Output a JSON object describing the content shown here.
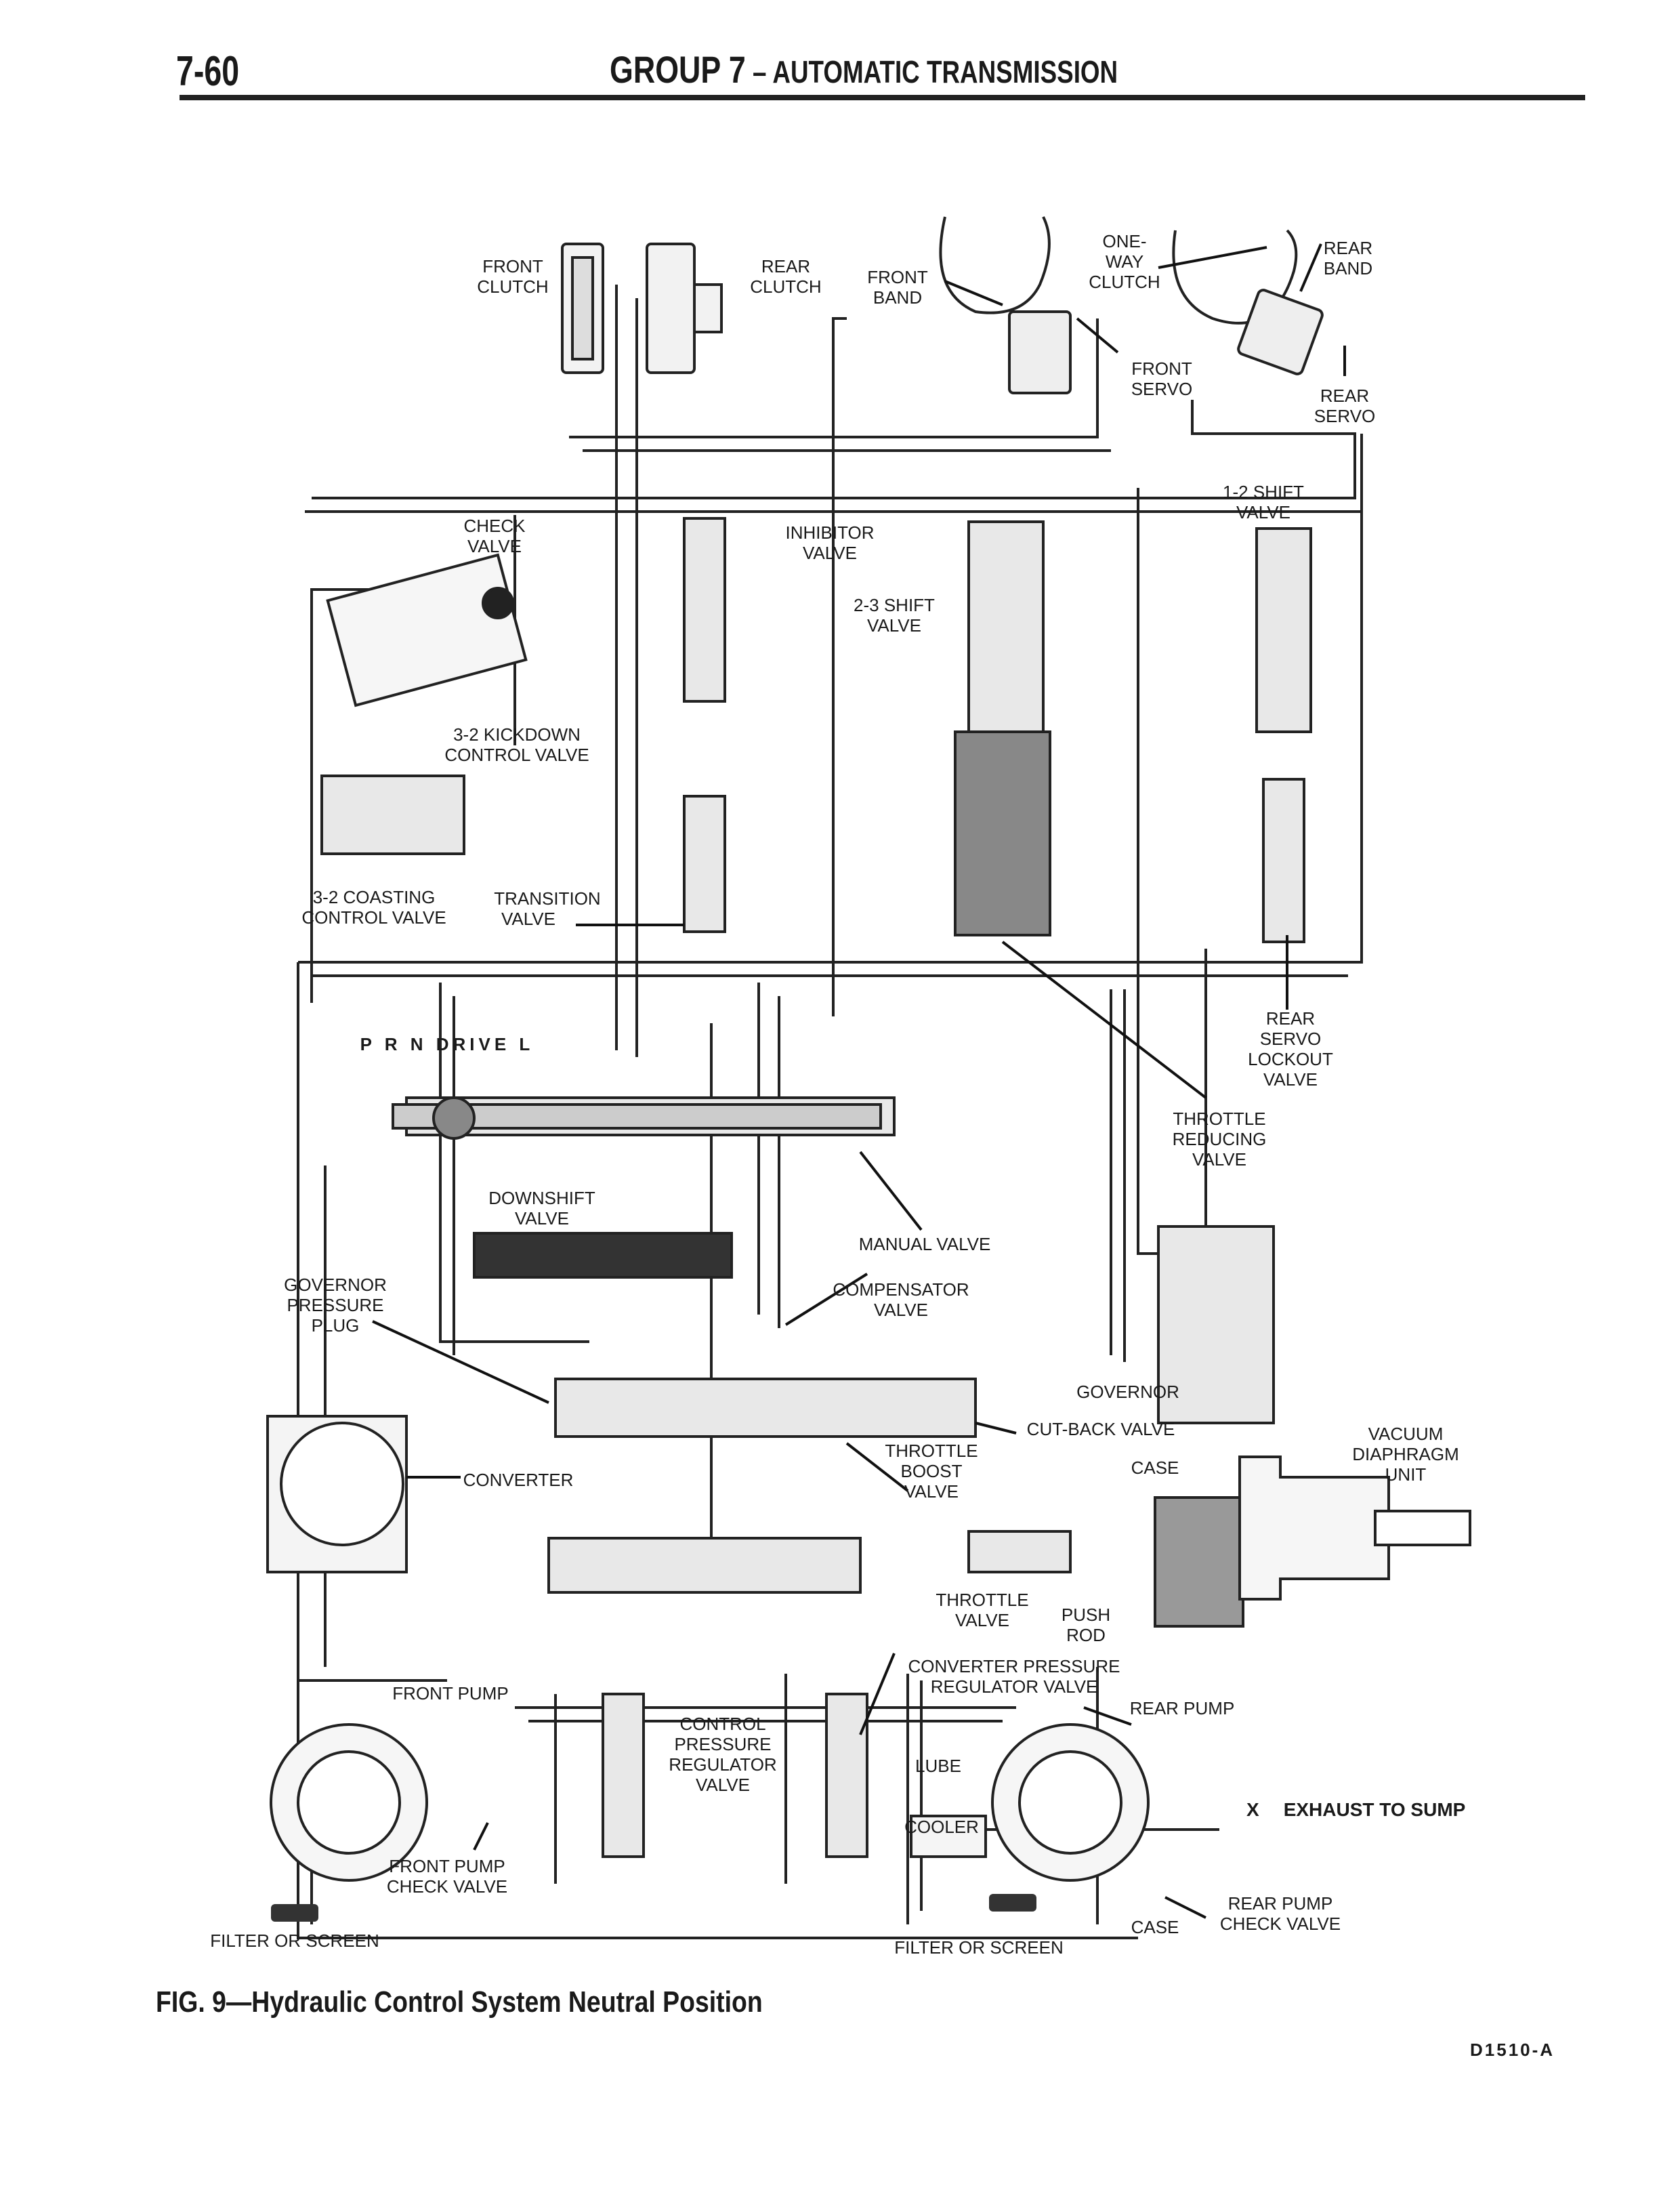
{
  "header": {
    "page_number": "7-60",
    "group_title": "GROUP 7",
    "group_subtitle": "AUTOMATIC TRANSMISSION",
    "separator": " – "
  },
  "diagram": {
    "labels": [
      {
        "id": "front-clutch",
        "lines": [
          "FRONT",
          "CLUTCH"
        ]
      },
      {
        "id": "rear-clutch",
        "lines": [
          "REAR",
          "CLUTCH"
        ]
      },
      {
        "id": "front-band",
        "lines": [
          "FRONT",
          "BAND"
        ]
      },
      {
        "id": "one-way-clutch",
        "lines": [
          "ONE-",
          "WAY",
          "CLUTCH"
        ]
      },
      {
        "id": "rear-band",
        "lines": [
          "REAR",
          "BAND"
        ]
      },
      {
        "id": "front-servo",
        "lines": [
          "FRONT",
          "SERVO"
        ]
      },
      {
        "id": "rear-servo",
        "lines": [
          "REAR",
          "SERVO"
        ]
      },
      {
        "id": "check-valve",
        "lines": [
          "CHECK",
          "VALVE"
        ]
      },
      {
        "id": "inhibitor-valve",
        "lines": [
          "INHIBITOR",
          "VALVE"
        ]
      },
      {
        "id": "shift-valve-2-3",
        "lines": [
          "2-3 SHIFT",
          "VALVE"
        ]
      },
      {
        "id": "shift-valve-1-2",
        "lines": [
          "1-2 SHIFT",
          "VALVE"
        ]
      },
      {
        "id": "kickdown-control-valve",
        "lines": [
          "3-2 KICKDOWN",
          "CONTROL VALVE"
        ]
      },
      {
        "id": "coasting-control-valve",
        "lines": [
          "3-2 COASTING",
          "CONTROL VALVE"
        ]
      },
      {
        "id": "transition-valve",
        "lines": [
          "TRANSITION",
          "VALVE"
        ]
      },
      {
        "id": "rear-servo-lockout-valve",
        "lines": [
          "REAR",
          "SERVO",
          "LOCKOUT",
          "VALVE"
        ]
      },
      {
        "id": "throttle-reducing-valve",
        "lines": [
          "THROTTLE",
          "REDUCING",
          "VALVE"
        ]
      },
      {
        "id": "downshift-valve",
        "lines": [
          "DOWNSHIFT",
          "VALVE"
        ]
      },
      {
        "id": "manual-valve",
        "lines": [
          "MANUAL VALVE"
        ]
      },
      {
        "id": "governor-pressure-plug",
        "lines": [
          "GOVERNOR",
          "PRESSURE",
          "PLUG"
        ]
      },
      {
        "id": "compensator-valve",
        "lines": [
          "COMPENSATOR",
          "VALVE"
        ]
      },
      {
        "id": "governor",
        "lines": [
          "GOVERNOR"
        ]
      },
      {
        "id": "cut-back-valve",
        "lines": [
          "CUT-BACK VALVE"
        ]
      },
      {
        "id": "converter",
        "lines": [
          "CONVERTER"
        ]
      },
      {
        "id": "throttle-boost-valve",
        "lines": [
          "THROTTLE",
          "BOOST",
          "VALVE"
        ]
      },
      {
        "id": "case-upper",
        "lines": [
          "CASE"
        ]
      },
      {
        "id": "vacuum-diaphragm-unit",
        "lines": [
          "VACUUM",
          "DIAPHRAGM",
          "UNIT"
        ]
      },
      {
        "id": "throttle-valve",
        "lines": [
          "THROTTLE",
          "VALVE"
        ]
      },
      {
        "id": "push-rod",
        "lines": [
          "PUSH",
          "ROD"
        ]
      },
      {
        "id": "converter-pressure-regulator-valve",
        "lines": [
          "CONVERTER PRESSURE",
          "REGULATOR VALVE"
        ]
      },
      {
        "id": "front-pump",
        "lines": [
          "FRONT PUMP"
        ]
      },
      {
        "id": "rear-pump",
        "lines": [
          "REAR PUMP"
        ]
      },
      {
        "id": "control-pressure-regulator-valve",
        "lines": [
          "CONTROL",
          "PRESSURE",
          "REGULATOR",
          "VALVE"
        ]
      },
      {
        "id": "lube",
        "lines": [
          "LUBE"
        ]
      },
      {
        "id": "cooler",
        "lines": [
          "COOLER"
        ]
      },
      {
        "id": "front-pump-check-valve",
        "lines": [
          "FRONT PUMP",
          "CHECK VALVE"
        ]
      },
      {
        "id": "filter-left",
        "lines": [
          "FILTER OR SCREEN"
        ]
      },
      {
        "id": "filter-center",
        "lines": [
          "FILTER OR SCREEN"
        ]
      },
      {
        "id": "case-lower",
        "lines": [
          "CASE"
        ]
      },
      {
        "id": "rear-pump-check-valve",
        "lines": [
          "REAR PUMP",
          "CHECK VALVE"
        ]
      }
    ],
    "selector": {
      "positions": "P R N DRIVE L"
    }
  },
  "legend": {
    "symbol": "X",
    "text": "EXHAUST TO SUMP"
  },
  "caption": "FIG. 9—Hydraulic Control System Neutral Position",
  "figure_id": "D1510-A"
}
